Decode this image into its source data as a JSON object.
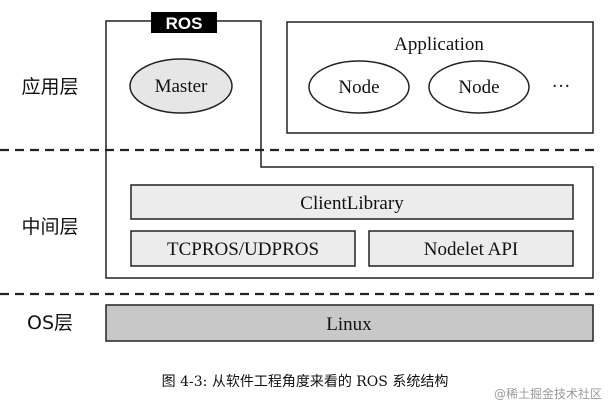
{
  "layers": {
    "app_label": "应用层",
    "middle_label": "中间层",
    "os_label": "OS层"
  },
  "ros_tag": "ROS",
  "master": "Master",
  "application": {
    "title": "Application",
    "nodes": [
      "Node",
      "Node"
    ],
    "ellipsis": "···"
  },
  "client_library": "ClientLibrary",
  "tcpros": "TCPROS/UDPROS",
  "nodelet": "Nodelet API",
  "linux": "Linux",
  "caption": "图 4-3: 从软件工程角度来看的 ROS 系统结构",
  "watermark": "@稀土掘金技术社区",
  "colors": {
    "box_gray_light": "#ececec",
    "master_gray": "#e6e6e6",
    "linux_gray": "#c8c8c8",
    "ros_tag_bg": "#000000"
  }
}
